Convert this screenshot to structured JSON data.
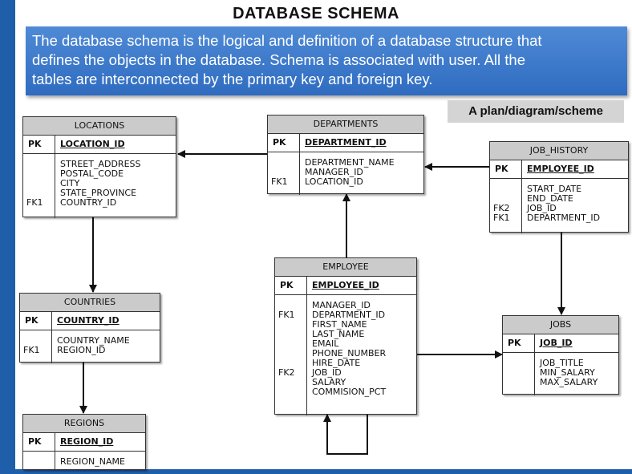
{
  "title": "DATABASE SCHEMA",
  "banner_lines": [
    "The database schema is the logical and definition of a database structure that",
    "defines the objects in the database. Schema is associated with user. All the",
    "tables are interconnected  by the primary key and foreign key."
  ],
  "subtitle": "A plan/diagram/scheme",
  "colors": {
    "accent": "#1f5faa",
    "banner": "#3a78c9",
    "table_header": "#cbcbcb"
  },
  "entities": {
    "locations": {
      "name": "LOCATIONS",
      "pk": "LOCATION_ID",
      "fields": [
        "STREET_ADDRESS",
        "POSTAL_CODE",
        "CITY",
        "STATE_PROVINCE",
        "COUNTRY_ID"
      ],
      "keys": [
        "",
        "",
        "",
        "",
        "FK1"
      ]
    },
    "departments": {
      "name": "DEPARTMENTS",
      "pk": "DEPARTMENT_ID",
      "fields": [
        "DEPARTMENT_NAME",
        "MANAGER_ID",
        "LOCATION_ID"
      ],
      "keys": [
        "",
        "",
        "FK1"
      ]
    },
    "job_history": {
      "name": "JOB_HISTORY",
      "pk": "EMPLOYEE_ID",
      "fields": [
        "START_DATE",
        "END_DATE",
        "JOB_ID",
        "DEPARTMENT_ID"
      ],
      "keys": [
        "",
        "",
        "FK2",
        "FK1"
      ]
    },
    "employee": {
      "name": "EMPLOYEE",
      "pk": "EMPLOYEE_ID",
      "fields": [
        "MANAGER_ID",
        "DEPARTMENT_ID",
        "FIRST_NAME",
        "LAST_NAME",
        "EMAIL",
        "PHONE_NUMBER",
        "HIRE_DATE",
        "JOB_ID",
        "SALARY",
        "COMMISION_PCT"
      ],
      "keys": [
        "",
        "FK1",
        "",
        "",
        "",
        "",
        "",
        "FK2",
        "",
        ""
      ]
    },
    "countries": {
      "name": "COUNTRIES",
      "pk": "COUNTRY_ID",
      "fields": [
        "COUNTRY_NAME",
        "REGION_ID"
      ],
      "keys": [
        "",
        "FK1"
      ]
    },
    "jobs": {
      "name": "JOBS",
      "pk": "JOB_ID",
      "fields": [
        "JOB_TITLE",
        "MIN_SALARY",
        "MAX_SALARY"
      ],
      "keys": [
        "",
        "",
        ""
      ]
    },
    "regions": {
      "name": "REGIONS",
      "pk": "REGION_ID",
      "fields": [
        "REGION_NAME"
      ],
      "keys": [
        ""
      ]
    }
  },
  "pk_label": "PK"
}
